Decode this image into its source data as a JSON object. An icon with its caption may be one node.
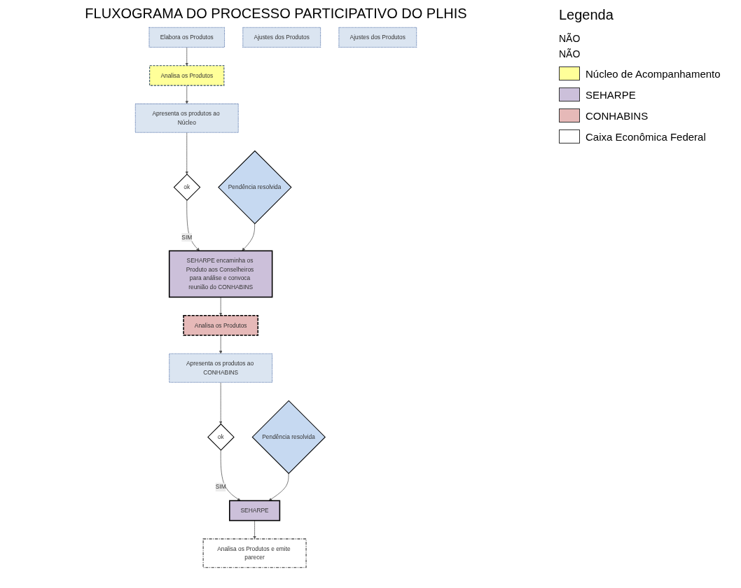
{
  "diagram": {
    "title": "FLUXOGRAMA DO PROCESSO PARTICIPATIVO DO PLHIS",
    "nodes": [
      {
        "text": [
          "Elabora os Produtos"
        ]
      },
      {
        "text": [
          "Analisa os Produtos"
        ]
      },
      {
        "text": [
          "Apresenta os produtos ao Núcleo"
        ]
      },
      {
        "text": [
          "ok"
        ]
      },
      {
        "text": [
          "Ajustes dos Produtos"
        ]
      },
      {
        "text": [
          "Pendência resolvida"
        ]
      },
      {
        "text": [
          "SEHARPE encaminha os Produto aos Conselheiros para análise e convoca reunião do CONHABINS"
        ]
      },
      {
        "text": [
          "Analisa os Produtos"
        ]
      },
      {
        "text": [
          "Apresenta os produtos ao CONHABINS"
        ]
      },
      {
        "text": [
          "ok"
        ]
      },
      {
        "text": [
          "Analisa os Produtos e emite parecer"
        ]
      },
      {
        "text": [
          "SEHARPE"
        ]
      },
      {
        "text": [
          "Ajustes dos Produtos"
        ]
      },
      {
        "text": [
          "Pendência resolvida"
        ]
      }
    ],
    "edges": [
      {
        "from": 0,
        "to": 1,
        "arrow": "to"
      },
      {
        "from": 1,
        "to": 2,
        "arrow": "to"
      },
      {
        "from": 2,
        "to": 3,
        "arrow": "to"
      },
      {
        "from": 3,
        "to": 6,
        "arrow": "to",
        "label": "SIM"
      },
      {
        "from": 5,
        "to": 6,
        "arrow": "to"
      },
      {
        "from": 6,
        "to": 7,
        "arrow": "to"
      },
      {
        "from": 7,
        "to": 8,
        "arrow": "to"
      },
      {
        "from": 8,
        "to": 9,
        "arrow": "to"
      },
      {
        "from": 9,
        "to": 11,
        "arrow": "to",
        "label": "SIM"
      },
      {
        "from": 11,
        "to": 10,
        "arrow": "to"
      },
      {
        "from": 13,
        "to": 11,
        "arrow": "to"
      }
    ],
    "labels": [
      "Legenda",
      "NÃO",
      "NÃO"
    ],
    "legend": [
      {
        "text": "Núcleo de Acompanhamento",
        "color": "#ffff99"
      },
      {
        "text": "SEHARPE",
        "color": "#ccc0da"
      },
      {
        "text": "CONHABINS",
        "color": "#e6b9b8"
      },
      {
        "text": "Caixa Econômica Federal",
        "color": "#ffffff"
      }
    ]
  }
}
